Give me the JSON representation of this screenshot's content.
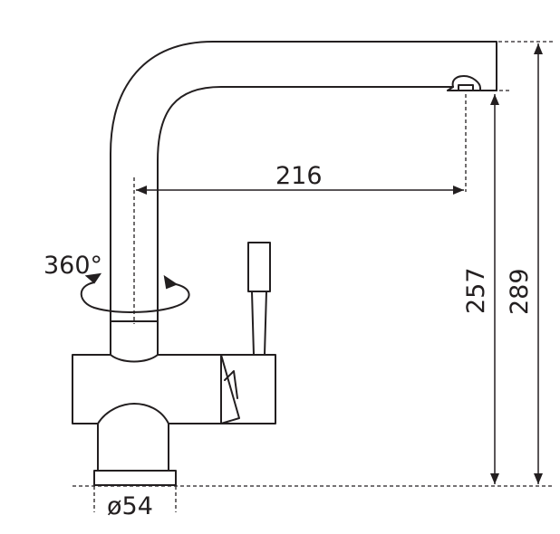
{
  "dimensions": {
    "spout_reach": "216",
    "spout_height": "257",
    "overall_height": "289",
    "base_diameter": "ø54",
    "swivel_rotation": "360°"
  }
}
